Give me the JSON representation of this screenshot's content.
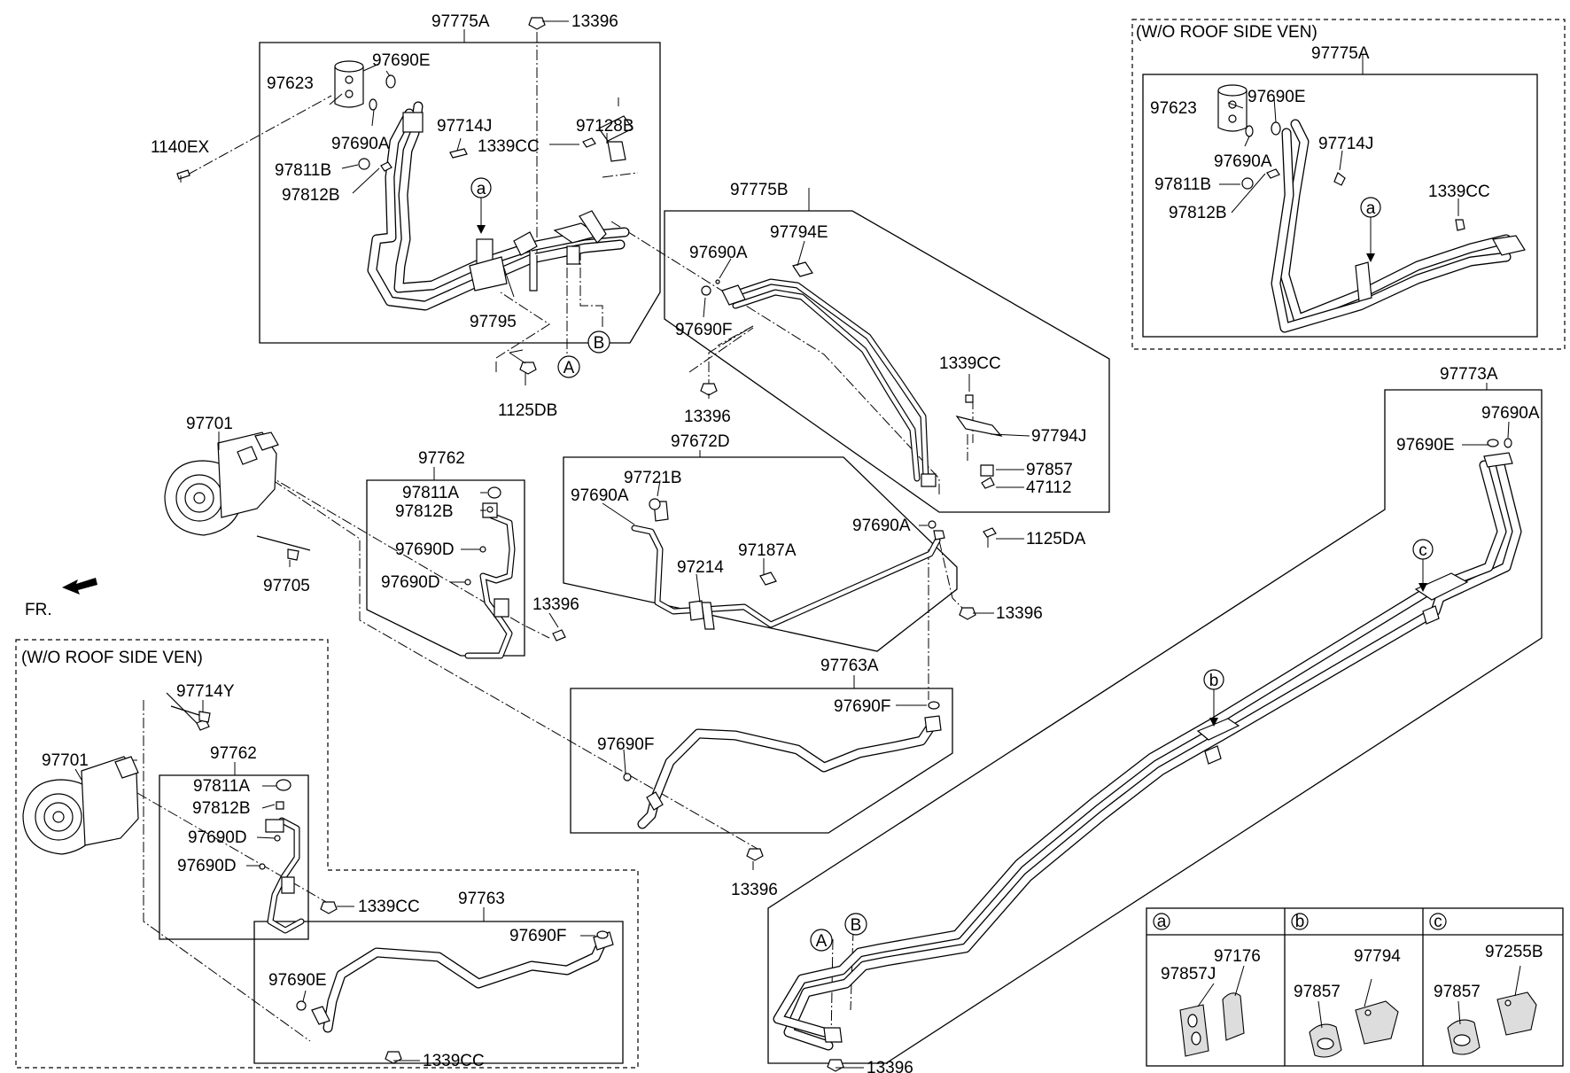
{
  "labels": {
    "p97775A_main": "97775A",
    "p13396_top": "13396",
    "p97690E_a": "97690E",
    "p97623_a": "97623",
    "p97714J_a": "97714J",
    "p97690A_a": "97690A",
    "p1140EX": "1140EX",
    "p97811B_a": "97811B",
    "p97812B_a": "97812B",
    "p97128B": "97128B",
    "p1339CC_a": "1339CC",
    "p97795": "97795",
    "p1125DB": "1125DB",
    "p97775B": "97775B",
    "p97794E": "97794E",
    "p97690A_b": "97690A",
    "p97690F_b": "97690F",
    "p13396_b": "13396",
    "p1339CC_b": "1339CC",
    "p97794J": "97794J",
    "p97857_b": "97857",
    "p47112": "47112",
    "p1125DA": "1125DA",
    "p97672D": "97672D",
    "p97721B": "97721B",
    "p97690A_c": "97690A",
    "p97214": "97214",
    "p97187A": "97187A",
    "p97690A_d": "97690A",
    "p13396_c": "13396",
    "p97701_a": "97701",
    "p97705": "97705",
    "p97762_a": "97762",
    "p97811A_a": "97811A",
    "p97812B_b": "97812B",
    "p97690D_a": "97690D",
    "p97690D_b": "97690D",
    "p13396_d": "13396",
    "p97763A": "97763A",
    "p97690F_c": "97690F",
    "p97690F_d": "97690F",
    "p13396_e": "13396",
    "p97775A_r": "97775A",
    "p97623_r": "97623",
    "p97690E_r": "97690E",
    "p97714J_r": "97714J",
    "p97690A_r": "97690A",
    "p97811B_r": "97811B",
    "p97812B_r": "97812B",
    "p1339CC_r": "1339CC",
    "p97773A": "97773A",
    "p97690A_s": "97690A",
    "p97690E_s": "97690E",
    "p13396_f": "13396",
    "p97714Y": "97714Y",
    "p97701_b": "97701",
    "p97762_b": "97762",
    "p97811A_b": "97811A",
    "p97812B_c": "97812B",
    "p97690D_c": "97690D",
    "p97690D_d": "97690D",
    "p1339CC_c": "1339CC",
    "p97763": "97763",
    "p97690F_e": "97690F",
    "p97690E_e": "97690E",
    "p1339CC_d": "1339CC",
    "p97857J": "97857J",
    "p97176": "97176",
    "p97794": "97794",
    "p97857_tb": "97857",
    "p97255B": "97255B",
    "p97857_tc": "97857"
  },
  "headers": {
    "wo_roof_top": "(W/O ROOF SIDE VEN)",
    "wo_roof_left": "(W/O ROOF SIDE VEN)",
    "fr": "FR."
  },
  "callouts": {
    "a": "a",
    "b": "b",
    "c": "c",
    "A": "A",
    "B": "B"
  },
  "legend_table": {
    "headers": [
      "a",
      "b",
      "c"
    ]
  }
}
